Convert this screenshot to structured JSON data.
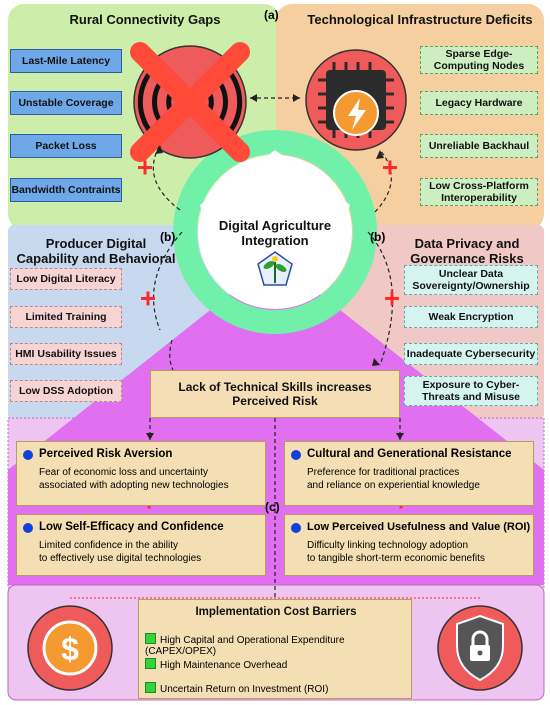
{
  "tags": {
    "a": "(a)",
    "b_left": "(b)",
    "b_right": "(b)",
    "c": "(c)"
  },
  "rural": {
    "title": "Rural Connectivity Gaps",
    "items": [
      "Last-Mile Latency",
      "Unstable Coverage",
      "Packet Loss",
      "Bandwidth Contraints"
    ]
  },
  "tech": {
    "title": "Technological Infrastructure Deficits",
    "items": [
      "Sparse Edge-Computing Nodes",
      "Legacy Hardware",
      "Unreliable Backhaul",
      "Low Cross-Platform Interoperability"
    ]
  },
  "producer": {
    "title": "Producer Digital Capability and Behavioral Gaps",
    "items": [
      "Low Digital Literacy",
      "Limited Training",
      "HMI Usability Issues",
      "Low DSS Adoption"
    ]
  },
  "privacy": {
    "title": "Data Privacy and Governance Risks",
    "items": [
      "Unclear Data Sovereignty/Ownership",
      "Weak Encryption",
      "Inadequate Cybersecurity",
      "Exposure to Cyber-Threats and Misuse"
    ]
  },
  "center": {
    "title": "Digital Agriculture Integration"
  },
  "risk_box": {
    "text": "Lack of Technical Skills increases Perceived Risk"
  },
  "factors": [
    {
      "title": "Perceived Risk Aversion",
      "body": [
        "Fear of economic loss and uncertainty",
        "associated with adopting new technologies"
      ]
    },
    {
      "title": "Cultural and Generational Resistance",
      "body": [
        "Preference for traditional practices",
        "and reliance on experiential knowledge"
      ]
    },
    {
      "title": "Low Self-Efficacy and Confidence",
      "body": [
        "Limited confidence in the ability",
        "to effectively use digital technologies"
      ]
    },
    {
      "title": "Low Perceived Usefulness and Value (ROI)",
      "body": [
        "Difficulty linking technology adoption",
        "to tangible short-term economic benefits"
      ]
    }
  ],
  "cost": {
    "title": "Implementation Cost Barriers",
    "items": [
      "High Capital and Operational Expenditure (CAPEX/OPEX)",
      "High Maintenance Overhead",
      "Uncertain Return on Investment (ROI)"
    ]
  },
  "colors": {
    "rural_bg": "#cdeeaa",
    "tech_bg": "#f5cfa0",
    "producer_bg": "#c8d8ee",
    "privacy_bg": "#f0c8c6",
    "magenta": "#e070f0",
    "ring": "#70f0a8",
    "accent_red": "#ff3030"
  },
  "icons": [
    "wifi-signal-icon",
    "red-x-icon",
    "cpu-chip-icon",
    "lightning-bolt-icon",
    "plant-leaf-icon",
    "dollar-coin-icon",
    "shield-lock-icon",
    "plus-icon"
  ]
}
